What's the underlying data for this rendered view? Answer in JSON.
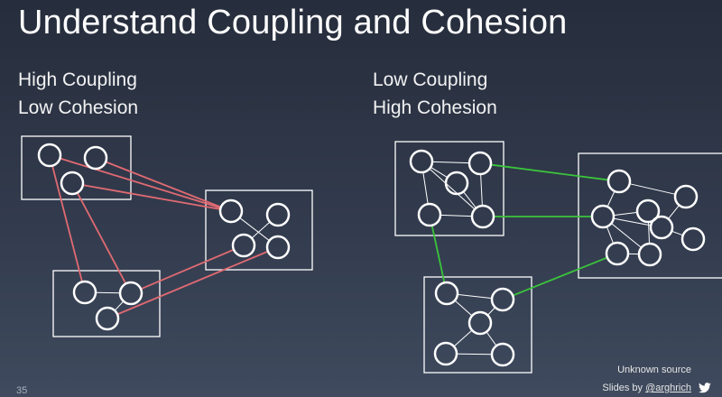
{
  "slide": {
    "title": "Understand Coupling and Cohesion",
    "page_number": "35",
    "source": "Unknown source",
    "credit_prefix": "Slides by ",
    "credit_handle": "@arghrich",
    "social_icon": "twitter-icon"
  },
  "left_panel": {
    "line1": "High Coupling",
    "line2": "Low Cohesion",
    "link_color": "#e06a72"
  },
  "right_panel": {
    "line1": "Low Coupling",
    "line2": "High Cohesion",
    "link_color": "#3bc43b"
  },
  "colors": {
    "node_stroke": "#ffffff",
    "internal_link": "#ffffff",
    "module_border": "#ffffff"
  }
}
